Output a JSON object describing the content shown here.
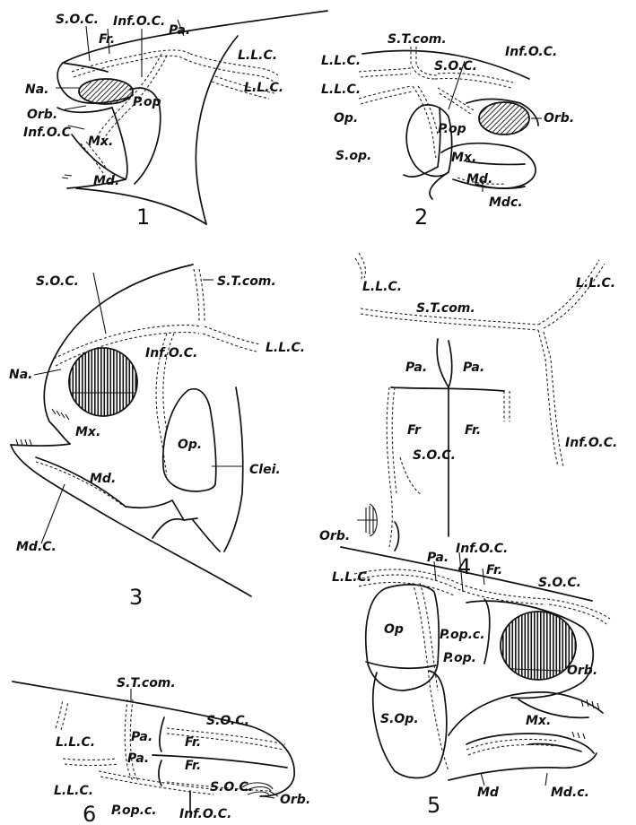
{
  "figures": [
    {
      "number": "1",
      "labels": {
        "soc": "S.O.C.",
        "fr": "Fr.",
        "infoc_top": "Inf.O.C.",
        "pa": "Pa.",
        "llc_a": "L.L.C.",
        "llc_b": "L.L.C.",
        "na": "Na.",
        "orb": "Orb.",
        "pop": "P.op",
        "infoc_left": "Inf.O.C",
        "mx": "Mx.",
        "md": "Md."
      }
    },
    {
      "number": "2",
      "labels": {
        "stcom": "S.T.com.",
        "infoc": "Inf.O.C.",
        "llc_a": "L.L.C.",
        "soc": "S.O.C.",
        "llc_b": "L.L.C.",
        "op": "Op.",
        "orb": "Orb.",
        "pop": "P.op",
        "sop": "S.op.",
        "mx": "Mx.",
        "md": "Md.",
        "mdc": "Mdc."
      }
    },
    {
      "number": "3",
      "labels": {
        "soc": "S.O.C.",
        "stcom": "S.T.com.",
        "llc": "L.L.C.",
        "infoc": "Inf.O.C.",
        "na": "Na.",
        "mx": "Mx.",
        "op": "Op.",
        "md": "Md.",
        "clei": "Clei.",
        "mdc": "Md.C."
      }
    },
    {
      "number": "4",
      "labels": {
        "llc_a": "L.L.C.",
        "llc_b": "L.L.C.",
        "stcom": "S.T.com.",
        "pa_l": "Pa.",
        "pa_r": "Pa.",
        "fr_l": "Fr",
        "fr_r": "Fr.",
        "soc": "S.O.C.",
        "infoc": "Inf.O.C.",
        "orb": "Orb."
      }
    },
    {
      "number": "5",
      "labels": {
        "pa": "Pa.",
        "infoc": "Inf.O.C.",
        "fr": "Fr.",
        "llc": "L.L.C.",
        "soc": "S.O.C.",
        "op": "Op",
        "popc": "P.op.c.",
        "pop": "P.op.",
        "orb": "Orb.",
        "sop": "S.Op.",
        "mx": "Mx.",
        "md": "Md",
        "mdc": "Md.c."
      }
    },
    {
      "number": "6",
      "labels": {
        "stcom": "S.T.com.",
        "llc_a": "L.L.C.",
        "pa_a": "Pa.",
        "soc_a": "S.O.C.",
        "pa_b": "Pa.",
        "fr_a": "Fr.",
        "fr_b": "Fr.",
        "llc_b": "L.L.C.",
        "soc_b": "S.O.C.",
        "popc": "P.op.c.",
        "infoc": "Inf.O.C.",
        "orb": "Orb."
      }
    }
  ]
}
